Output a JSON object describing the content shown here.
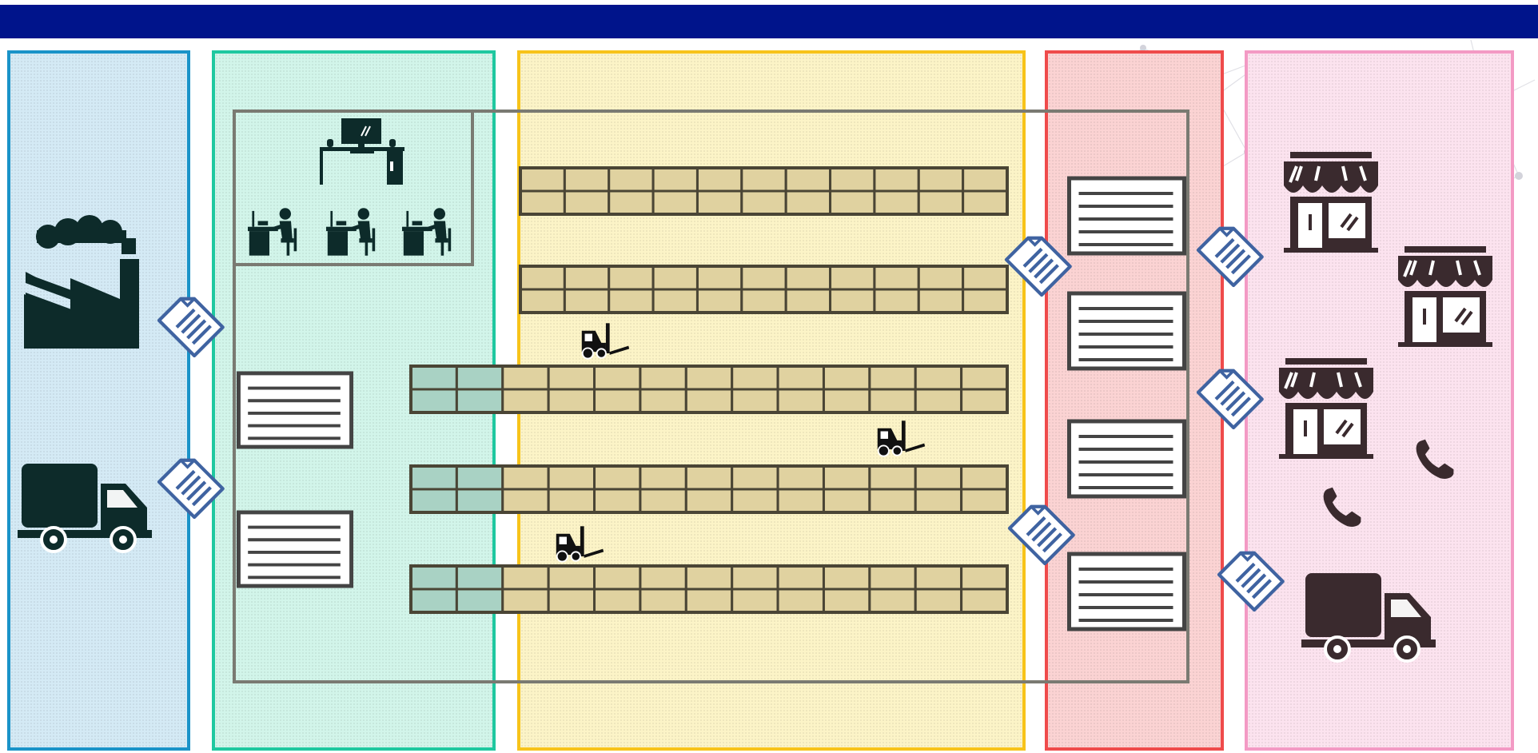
{
  "colors": {
    "header_bar": "#00148b",
    "supplier_zone": "#1a93c8",
    "receiving_zone": "#1fc8a0",
    "storage_zone": "#f7c31a",
    "shipping_zone": "#ef4b4b",
    "customer_zone": "#f39ac4",
    "warehouse_outline": "#7a7a72",
    "shelf_fill": "#e0d2a0",
    "shelf_stroke": "#4a4535",
    "receiving_shelf_fill": "#a9d2c4",
    "document_icon": "#3f63a1",
    "icon_dark": "#0d2b2a",
    "icon_customer": "#3a2a2e"
  },
  "zones": [
    {
      "name": "supplier-zone",
      "icons": [
        "factory-icon",
        "delivery-truck-icon"
      ]
    },
    {
      "name": "receiving-office-zone",
      "icons": [
        "computer-desk-icon",
        "office-worker-icon",
        "receiving-document-icon"
      ]
    },
    {
      "name": "storage-zone",
      "icons": [
        "pallet-rack-icon",
        "forklift-icon"
      ]
    },
    {
      "name": "shipping-zone",
      "icons": [
        "picking-list-icon"
      ]
    },
    {
      "name": "customer-zone",
      "icons": [
        "store-icon",
        "phone-icon",
        "delivery-truck-icon"
      ]
    }
  ],
  "flow_documents": [
    "document-flow-icon"
  ]
}
